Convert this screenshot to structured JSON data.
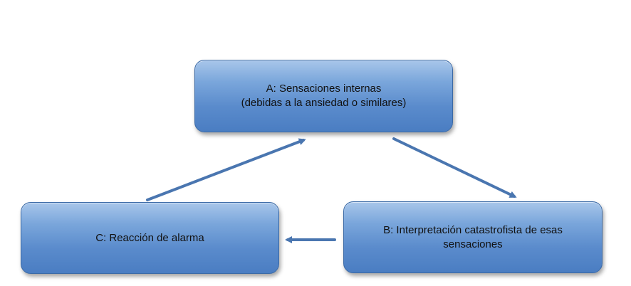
{
  "nodes": {
    "a": {
      "line1": "A: Sensaciones internas",
      "line2": "(debidas a la ansiedad o similares)"
    },
    "b": {
      "line1": "B: Interpretación catastrofista de esas",
      "line2": "sensaciones"
    },
    "c": {
      "line1": "C: Reacción de alarma"
    }
  },
  "edges": [
    {
      "from": "a",
      "to": "b"
    },
    {
      "from": "b",
      "to": "c"
    },
    {
      "from": "c",
      "to": "a"
    }
  ],
  "colors": {
    "box_fill": "#5a8bcc",
    "box_border": "#3b6aa6",
    "arrow": "#4a76b0"
  }
}
